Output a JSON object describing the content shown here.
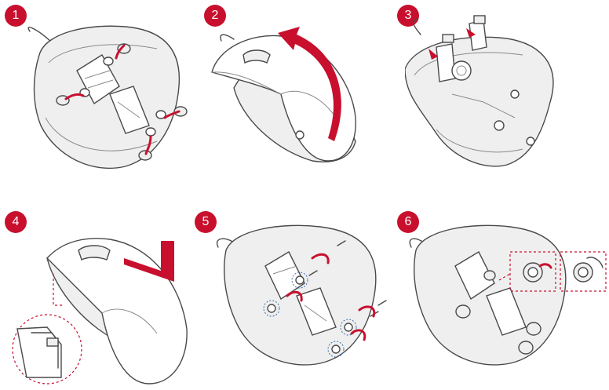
{
  "steps": [
    {
      "number": "1"
    },
    {
      "number": "2"
    },
    {
      "number": "3"
    },
    {
      "number": "4"
    },
    {
      "number": "5"
    },
    {
      "number": "6"
    }
  ],
  "colors": {
    "accent": "#c8102e",
    "line": "#4a4a4a",
    "fill": "#efefef",
    "guide": "#3a6fb0"
  }
}
